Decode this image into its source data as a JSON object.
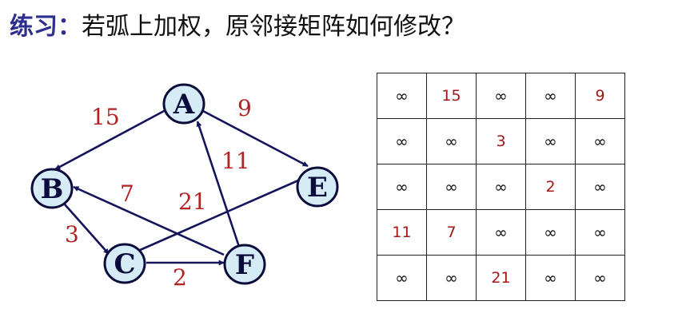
{
  "title": {
    "label": "练习：",
    "question": "若弧上加权，原邻接矩阵如何修改？"
  },
  "graph": {
    "nodes": {
      "A": "A",
      "B": "B",
      "C": "C",
      "E": "E",
      "F": "F"
    },
    "edges": [
      {
        "from": "A",
        "to": "B",
        "weight": "15"
      },
      {
        "from": "A",
        "to": "E",
        "weight": "9"
      },
      {
        "from": "F",
        "to": "A",
        "weight": "11"
      },
      {
        "from": "F",
        "to": "B",
        "weight": "7"
      },
      {
        "from": "E",
        "to": "C",
        "weight": "21"
      },
      {
        "from": "B",
        "to": "C",
        "weight": "3"
      },
      {
        "from": "C",
        "to": "F",
        "weight": "2"
      }
    ]
  },
  "matrix": {
    "rows": [
      [
        "∞",
        "15",
        "∞",
        "∞",
        "9"
      ],
      [
        "∞",
        "∞",
        "3",
        "∞",
        "∞"
      ],
      [
        "∞",
        "∞",
        "∞",
        "2",
        "∞"
      ],
      [
        "11",
        "7",
        "∞",
        "∞",
        "∞"
      ],
      [
        "∞",
        "∞",
        "21",
        "∞",
        "∞"
      ]
    ]
  },
  "colors": {
    "node_fill": "#d5ecf7",
    "node_stroke": "#0b0b3c",
    "edge": "#14145c",
    "weight": "#b22222",
    "title_label": "#2e2e8e"
  }
}
